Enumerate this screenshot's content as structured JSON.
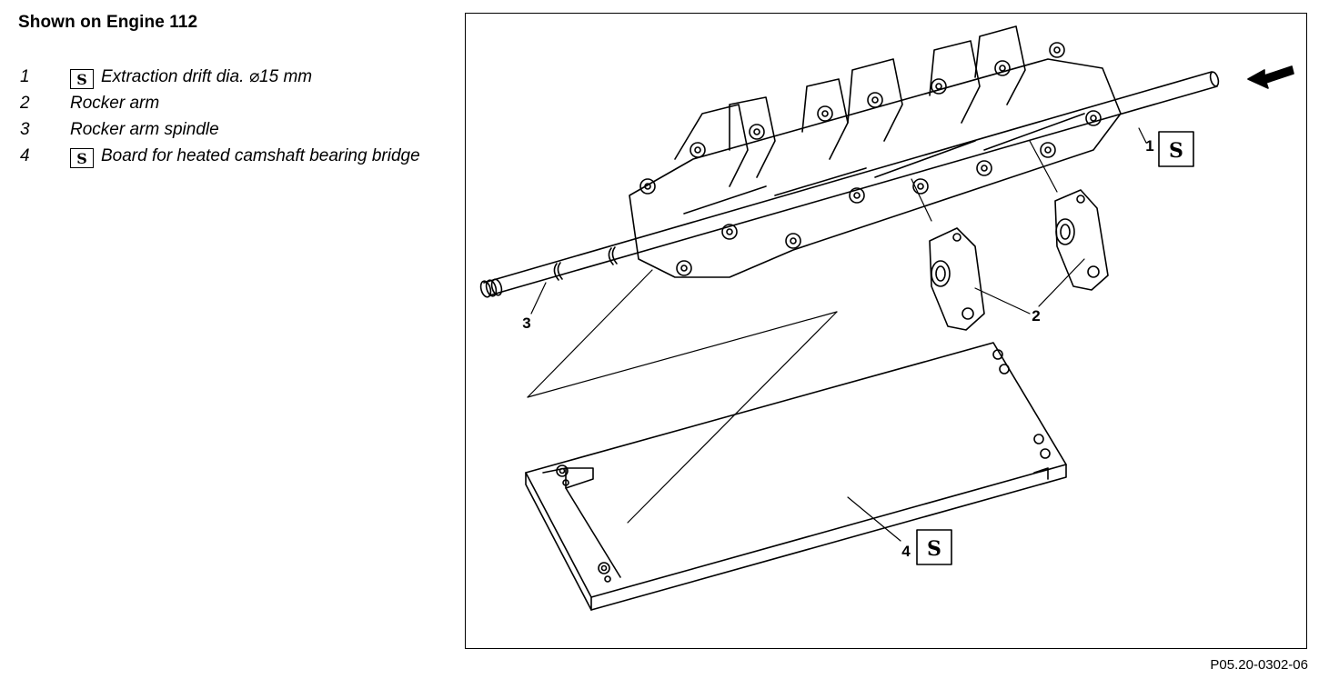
{
  "title": "Shown on Engine 112",
  "legend": [
    {
      "num": "1",
      "has_tool_icon": true,
      "text": "Extraction drift dia. ⌀15 mm"
    },
    {
      "num": "2",
      "has_tool_icon": false,
      "text": "Rocker arm"
    },
    {
      "num": "3",
      "has_tool_icon": false,
      "text": "Rocker arm spindle"
    },
    {
      "num": "4",
      "has_tool_icon": true,
      "text": "Board for heated camshaft bearing bridge"
    }
  ],
  "callouts": {
    "c1": "1",
    "c2": "2",
    "c3": "3",
    "c4": "4"
  },
  "tool_icon_glyph": "S",
  "figure_code": "P05.20-0302-06"
}
